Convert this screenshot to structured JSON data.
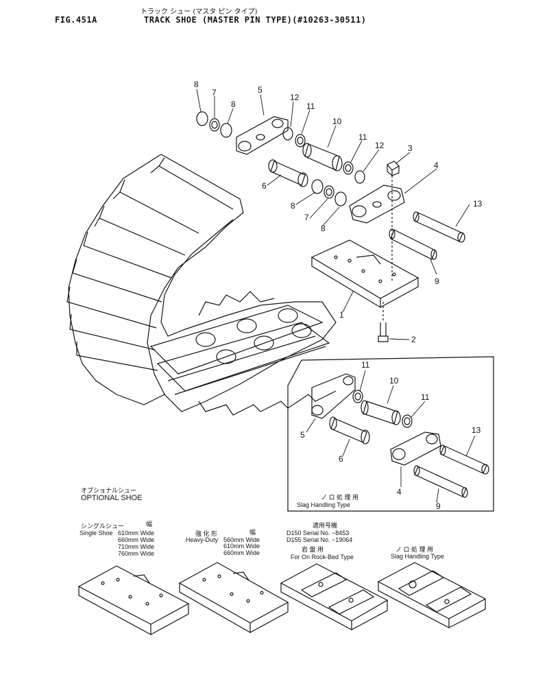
{
  "header": {
    "fig_no": "FIG.451A",
    "title_kana": "トラック シュー (マスタ ピン タイプ)",
    "title": "TRACK SHOE (MASTER PIN TYPE)(#10263-30511)"
  },
  "callouts": [
    "1",
    "2",
    "3",
    "4",
    "5",
    "6",
    "7",
    "8",
    "8",
    "8",
    "9",
    "10",
    "11",
    "11",
    "12",
    "12",
    "13"
  ],
  "inset": {
    "callouts": [
      "11",
      "10",
      "11",
      "13",
      "5",
      "6",
      "4",
      "9"
    ],
    "caption_kana": "ノ ロ 処 理 用",
    "caption": "Slag Handling Type"
  },
  "optional": {
    "title_kana": "オプショナルシュー",
    "title": "OPTIONAL SHOE",
    "single": {
      "kana": "シングルシュー",
      "label": "Single Shoe",
      "width_kana": "幅",
      "widths": [
        "610mm Wide",
        "660mm Wide",
        "710mm Wide",
        "760mm Wide"
      ]
    },
    "heavy": {
      "kana": "強 化 形",
      "label": "Heavy-Duty",
      "width_kana": "幅",
      "widths": [
        "560mm Wide",
        "610mm Wide",
        "660mm Wide"
      ]
    },
    "rock": {
      "serial_kana": "適用号機",
      "serials": [
        "D150 Serial No. ~8453",
        "D155 Serial No. ~19064"
      ],
      "kana": "岩 盤 用",
      "label": "For On Rock-Bed Type"
    },
    "slag": {
      "kana": "ノ ロ 処 理 用",
      "label": "Slag Handling Type"
    }
  }
}
